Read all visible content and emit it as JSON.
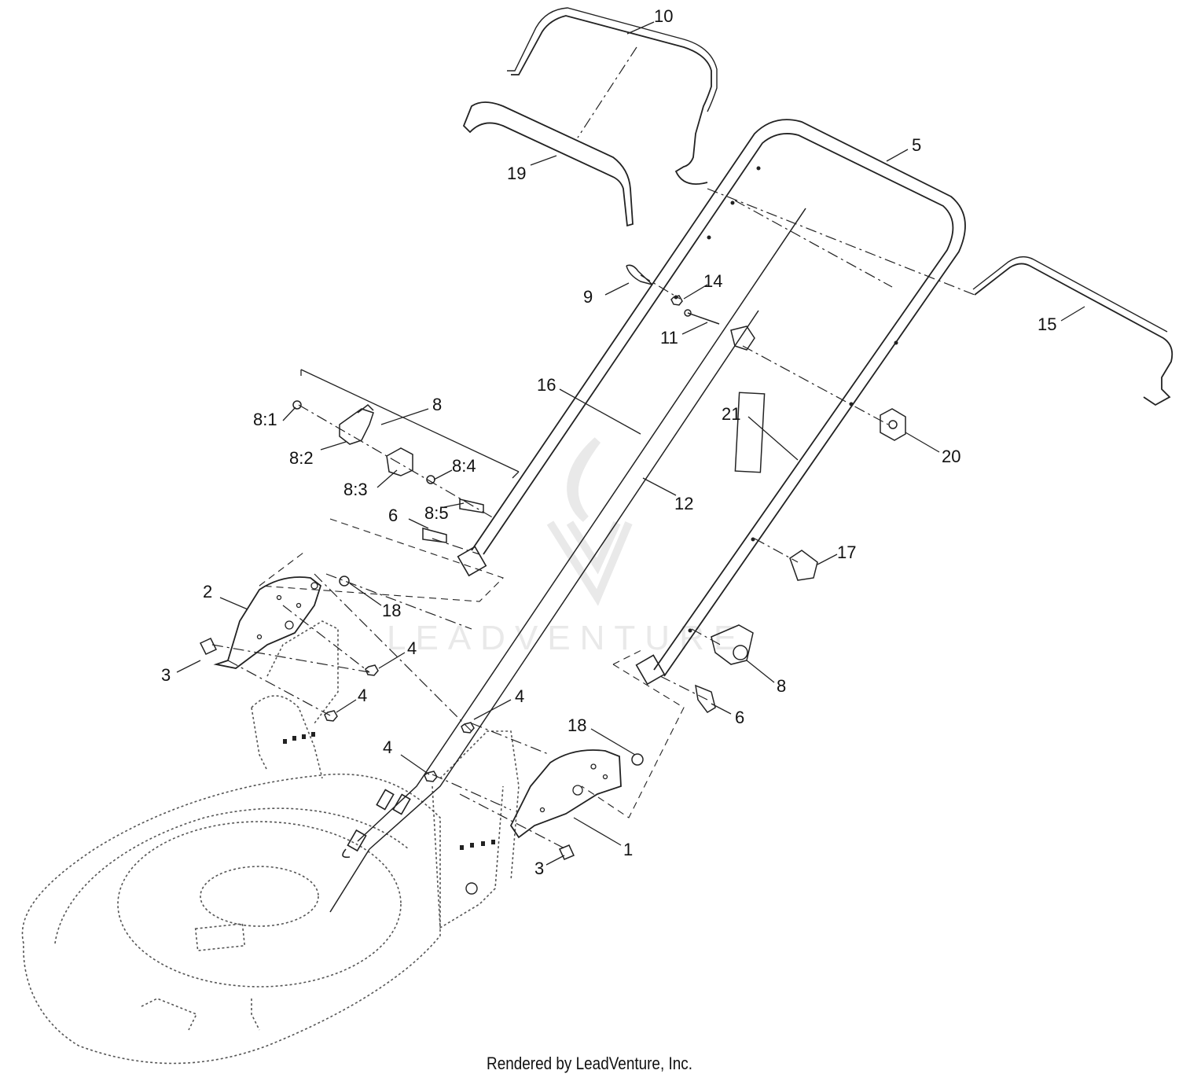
{
  "diagram": {
    "callouts": [
      {
        "id": "c10",
        "text": "10"
      },
      {
        "id": "c19",
        "text": "19"
      },
      {
        "id": "c5",
        "text": "5"
      },
      {
        "id": "c9",
        "text": "9"
      },
      {
        "id": "c14",
        "text": "14"
      },
      {
        "id": "c11",
        "text": "11"
      },
      {
        "id": "c15",
        "text": "15"
      },
      {
        "id": "c16",
        "text": "16"
      },
      {
        "id": "c8top",
        "text": "8"
      },
      {
        "id": "c8_1",
        "text": "8:1"
      },
      {
        "id": "c8_2",
        "text": "8:2"
      },
      {
        "id": "c8_3",
        "text": "8:3"
      },
      {
        "id": "c8_4",
        "text": "8:4"
      },
      {
        "id": "c8_5",
        "text": "8:5"
      },
      {
        "id": "c21",
        "text": "21"
      },
      {
        "id": "c20",
        "text": "20"
      },
      {
        "id": "c12",
        "text": "12"
      },
      {
        "id": "c6a",
        "text": "6"
      },
      {
        "id": "c17",
        "text": "17"
      },
      {
        "id": "c2",
        "text": "2"
      },
      {
        "id": "c18a",
        "text": "18"
      },
      {
        "id": "c4a",
        "text": "4"
      },
      {
        "id": "c3a",
        "text": "3"
      },
      {
        "id": "c4b",
        "text": "4"
      },
      {
        "id": "c4c",
        "text": "4"
      },
      {
        "id": "c4d",
        "text": "4"
      },
      {
        "id": "c18b",
        "text": "18"
      },
      {
        "id": "c8b",
        "text": "8"
      },
      {
        "id": "c6b",
        "text": "6"
      },
      {
        "id": "c1",
        "text": "1"
      },
      {
        "id": "c3b",
        "text": "3"
      }
    ]
  },
  "watermark": {
    "text": "LEADVENTURE"
  },
  "footer": {
    "text": "Rendered by LeadVenture, Inc."
  },
  "colors": {
    "line": "#222222",
    "ghost": "#555555",
    "watermark": "#e9e9e9"
  }
}
